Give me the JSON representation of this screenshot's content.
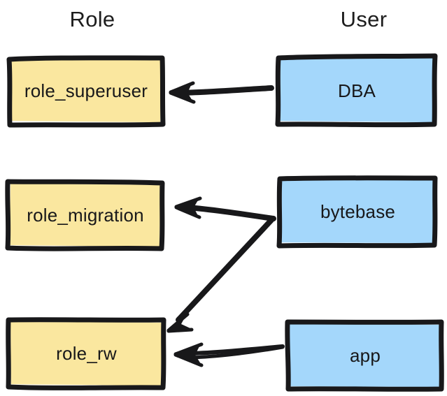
{
  "diagram": {
    "title_role": "Role",
    "title_user": "User",
    "background_color": "#ffffff",
    "role_fill_color": "#FAE79F",
    "user_fill_color": "#A4D7FB",
    "stroke_color": "#18181a",
    "text_color": "#18181a",
    "roles": [
      {
        "id": "role-superuser",
        "label": "role_superuser"
      },
      {
        "id": "role-migration",
        "label": "role_migration"
      },
      {
        "id": "role-rw",
        "label": "role_rw"
      }
    ],
    "users": [
      {
        "id": "user-dba",
        "label": "DBA"
      },
      {
        "id": "user-bytebase",
        "label": "bytebase"
      },
      {
        "id": "user-app",
        "label": "app"
      }
    ],
    "edges": [
      {
        "id": "edge-dba-to-role-superuser",
        "from": "DBA",
        "to": "role_superuser"
      },
      {
        "id": "edge-bytebase-to-role-migration",
        "from": "bytebase",
        "to": "role_migration"
      },
      {
        "id": "edge-bytebase-to-role-rw",
        "from": "bytebase",
        "to": "role_rw"
      },
      {
        "id": "edge-app-to-role-rw",
        "from": "app",
        "to": "role_rw"
      }
    ]
  }
}
